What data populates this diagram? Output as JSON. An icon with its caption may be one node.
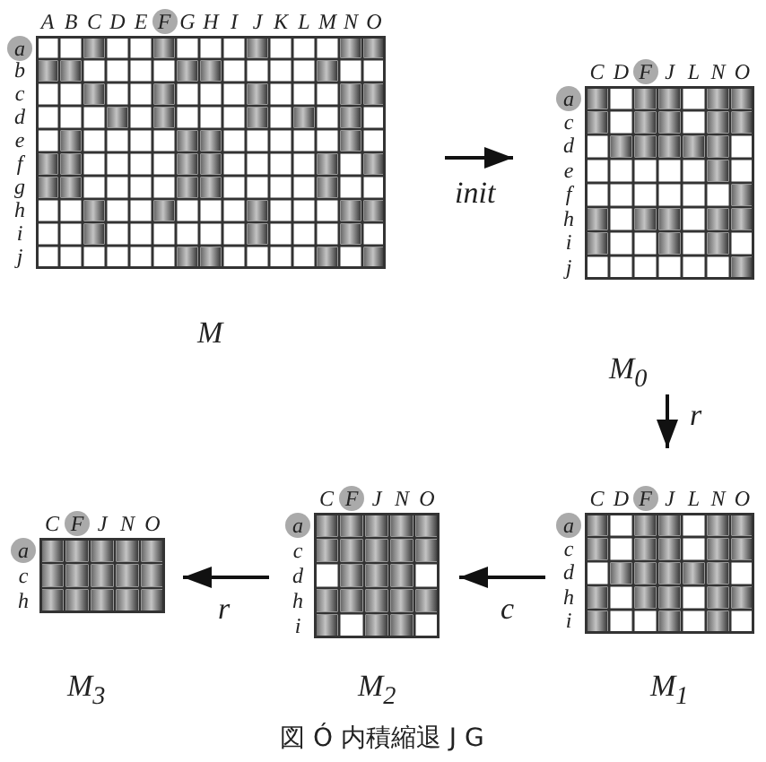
{
  "diagram": {
    "caption": "図 Ó 内積縮退 J G",
    "nodes": [
      {
        "text": [],
        "shape": "grid",
        "beside": [
          "M"
        ]
      },
      {
        "text": [],
        "shape": "grid",
        "beside": [
          "M$_{0}$"
        ]
      },
      {
        "text": [],
        "shape": "grid",
        "beside": [
          "M$_{1}$"
        ]
      },
      {
        "text": [],
        "shape": "grid",
        "beside": [
          "M$_{2}$"
        ]
      },
      {
        "text": [],
        "shape": "grid",
        "beside": [
          "M$_{3}$"
        ]
      }
    ],
    "edges": [
      {
        "from": 0,
        "to": 1,
        "arrow": "to",
        "label": "init"
      },
      {
        "from": 1,
        "to": 2,
        "arrow": "to",
        "label": "r"
      },
      {
        "from": 2,
        "to": 3,
        "arrow": "to",
        "label": "c"
      },
      {
        "from": 3,
        "to": 4,
        "arrow": "to",
        "label": "r"
      }
    ],
    "labels": [
      "A",
      "B",
      "C",
      "D",
      "E",
      "F",
      "G",
      "H",
      "I",
      "J",
      "K",
      "L",
      "M",
      "N",
      "O",
      "a",
      "b",
      "c",
      "d",
      "e",
      "f",
      "g",
      "h",
      "i",
      "j",
      "C",
      "D",
      "F",
      "J",
      "L",
      "N",
      "O",
      "a",
      "c",
      "d",
      "e",
      "f",
      "h",
      "i",
      "j",
      "C",
      "D",
      "F",
      "J",
      "L",
      "N",
      "O",
      "a",
      "c",
      "d",
      "h",
      "i",
      "C",
      "F",
      "J",
      "N",
      "O",
      "a",
      "c",
      "d",
      "h",
      "i",
      "C",
      "F",
      "J",
      "N",
      "O",
      "a",
      "c",
      "h"
    ]
  }
}
